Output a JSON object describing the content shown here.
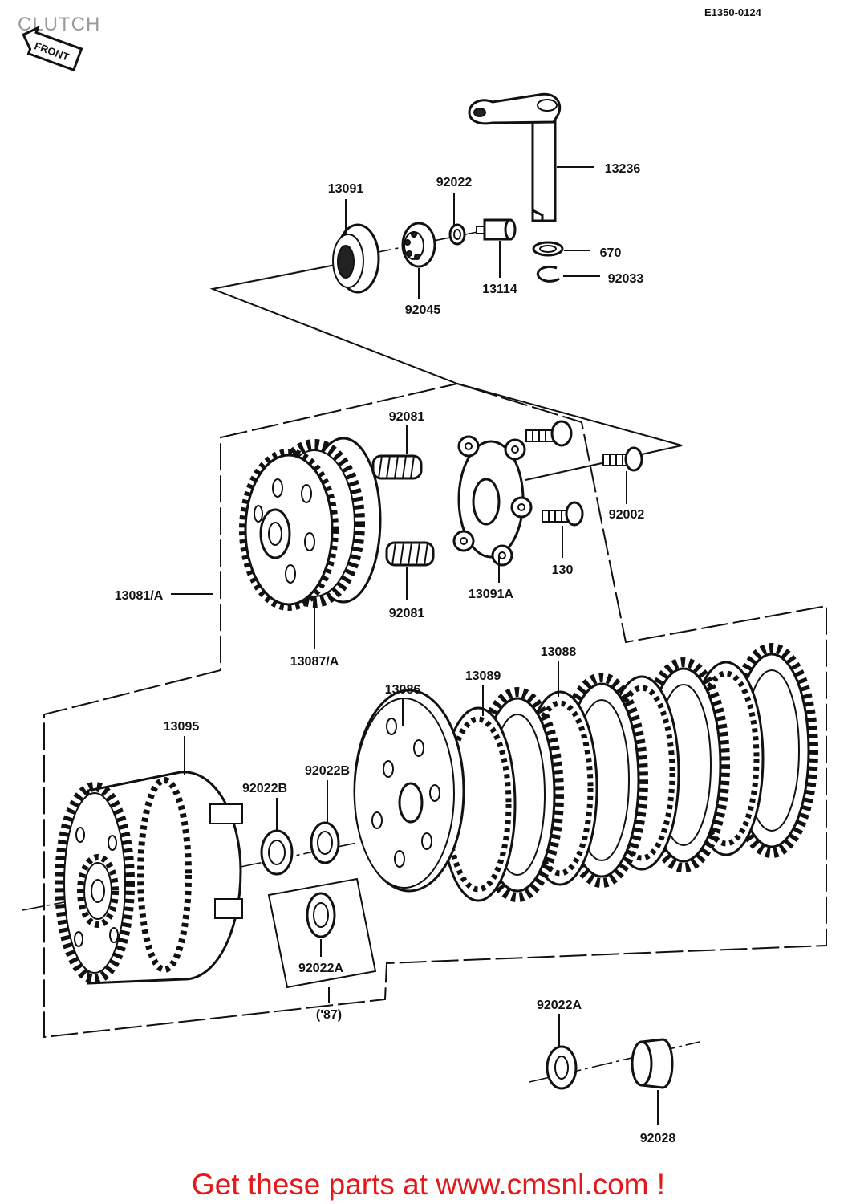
{
  "header": {
    "title": "CLUTCH",
    "diagram_code": "E1350-0124",
    "front_sign": "FRONT"
  },
  "labels": [
    "13236",
    "13091",
    "92022",
    "670",
    "92033",
    "13114",
    "92045",
    "92081",
    "92002",
    "130",
    "13091A",
    "13081/A",
    "92081",
    "13087/A",
    "13088",
    "13089",
    "13086",
    "13095",
    "92022B",
    "92022B",
    "92022A",
    "('87)",
    "92022A",
    "92028"
  ],
  "footer": {
    "promo": "Get these parts at www.cmsnl.com !"
  },
  "colors": {
    "line": "#111111",
    "promo": "#e3181b",
    "title": "#9a9a9a"
  }
}
